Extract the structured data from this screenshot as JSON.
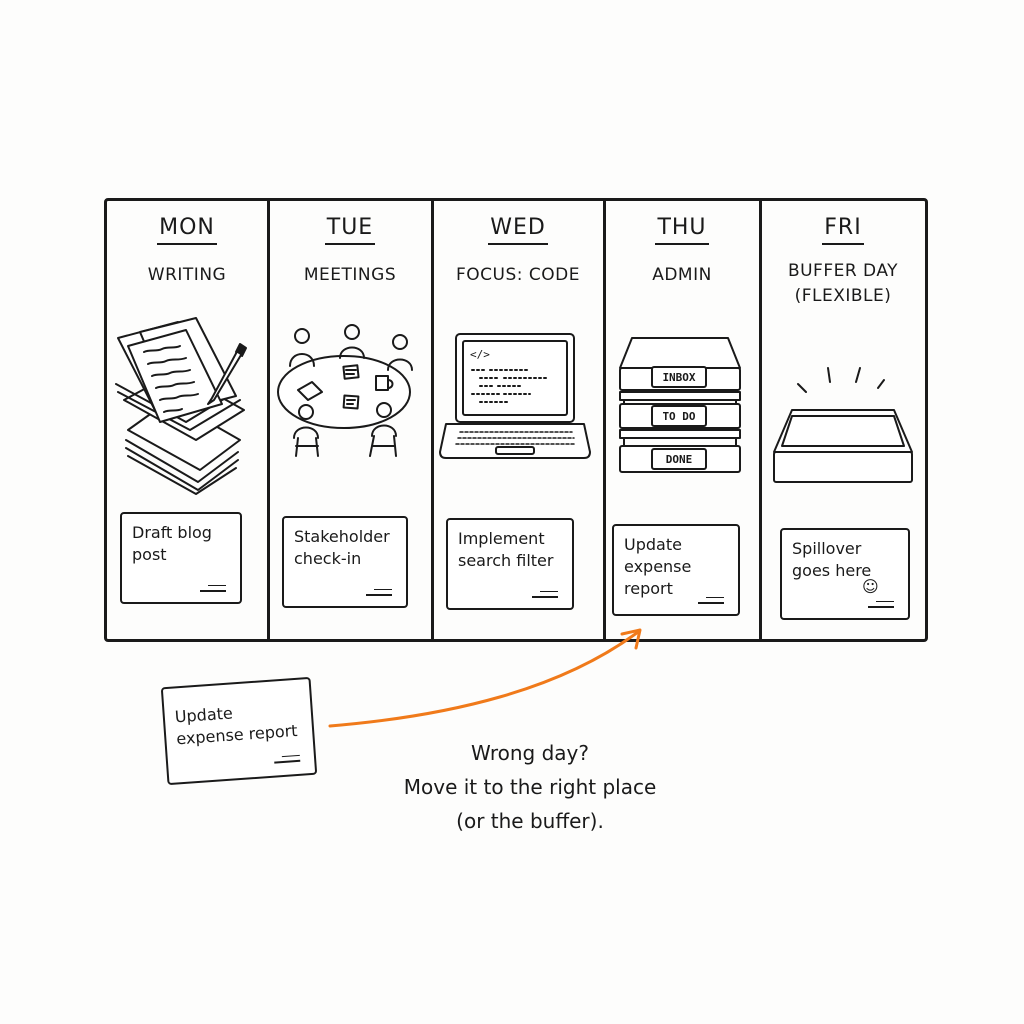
{
  "columns": [
    {
      "day": "MON",
      "theme": "WRITING",
      "card": "Draft blog post"
    },
    {
      "day": "TUE",
      "theme": "MEETINGS",
      "card": "Stakeholder check-in"
    },
    {
      "day": "WED",
      "theme": "FOCUS: CODE",
      "card": "Implement search filter"
    },
    {
      "day": "THU",
      "theme": "ADMIN",
      "card": "Update expense report"
    },
    {
      "day": "FRI",
      "theme": "BUFFER DAY\n(FLEXIBLE)",
      "card": "Spillover goes here"
    }
  ],
  "thu_trays": [
    "INBOX",
    "TO DO",
    "DONE"
  ],
  "code_glyph": "</>",
  "floating_card": "Update expense report",
  "note": [
    "Wrong day?",
    "Move it to the right place",
    "(or the buffer)."
  ],
  "colors": {
    "ink": "#1a1a1a",
    "arrow": "#f07a1a",
    "paper": "#fdfdfc"
  },
  "icons": [
    "papers-pen-icon",
    "meeting-table-icon",
    "laptop-icon",
    "stacked-trays-icon",
    "empty-tray-icon",
    "smiley-icon"
  ]
}
